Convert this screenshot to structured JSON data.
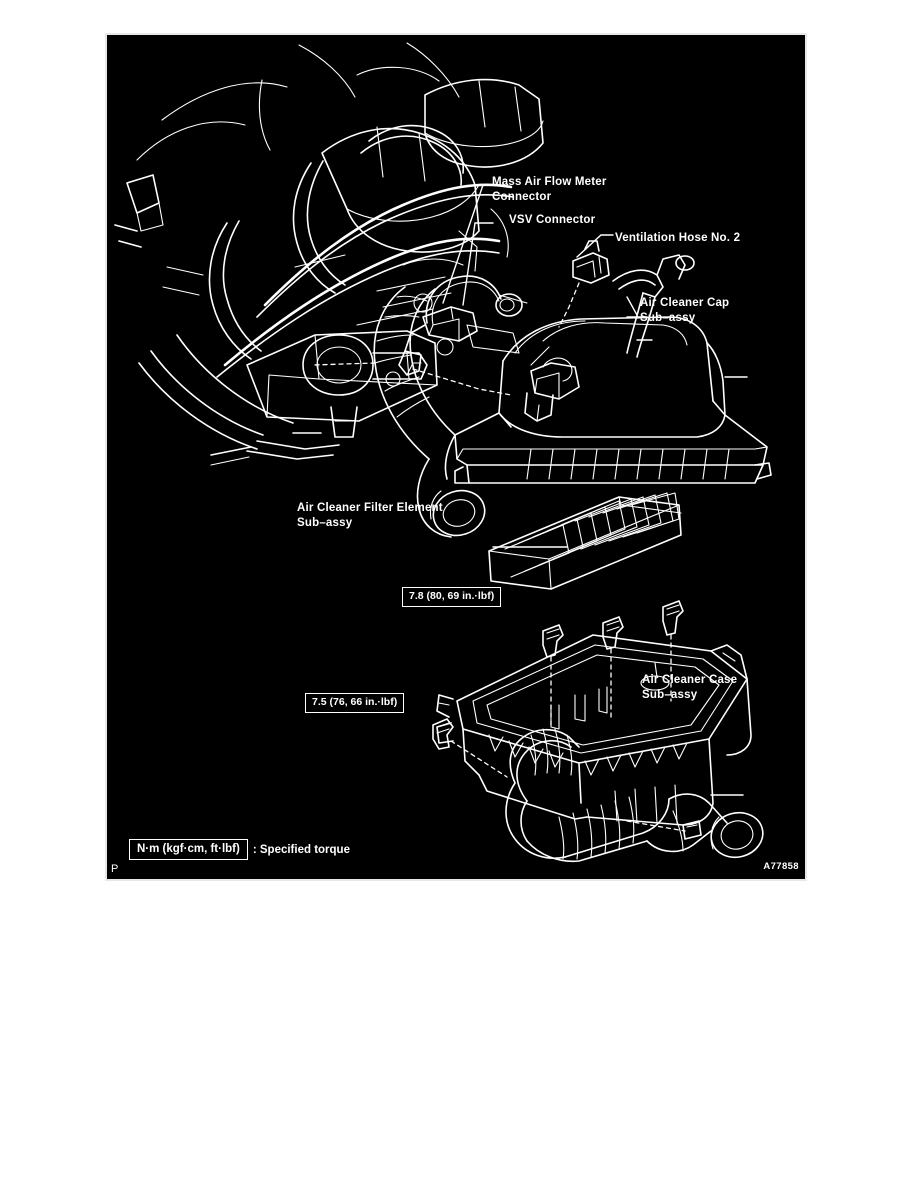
{
  "figure": {
    "id_label": "A77858",
    "page_marker": "P",
    "background_color": "#000000",
    "line_color": "#ffffff"
  },
  "callouts": {
    "mass_air_flow_meter_connector": "Mass Air Flow Meter\nConnector",
    "vsv_connector": "VSV Connector",
    "ventilation_hose_no2": "Ventilation Hose No. 2",
    "air_cleaner_cap": "Air Cleaner Cap\nSub–assy",
    "air_cleaner_filter_element": "Air Cleaner Filter Element\nSub–assy",
    "air_cleaner_case": "Air Cleaner Case\nSub–assy"
  },
  "torque_specs": [
    {
      "name": "case-cover-bolts-torque",
      "value": "7.8 (80, 69 in.·lbf)"
    },
    {
      "name": "case-mount-bolt-torque",
      "value": "7.5 (76, 66 in.·lbf)"
    }
  ],
  "legend": {
    "units_box": "N·m (kgf·cm, ft·lbf)",
    "description": ": Specified torque"
  }
}
